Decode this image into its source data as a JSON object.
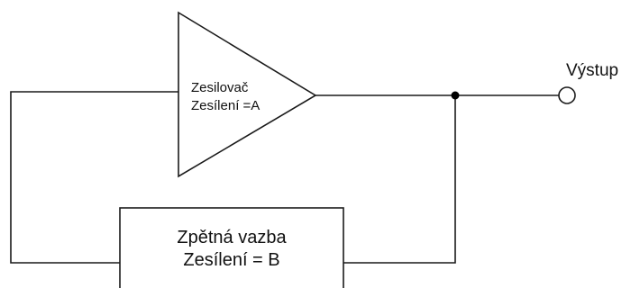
{
  "amplifier": {
    "line1": "Zesilovač",
    "line2": "Zesílení =A"
  },
  "feedback": {
    "line1": "Zpětná vazba",
    "line2": "Zesílení = B"
  },
  "output": {
    "label": "Výstup"
  }
}
